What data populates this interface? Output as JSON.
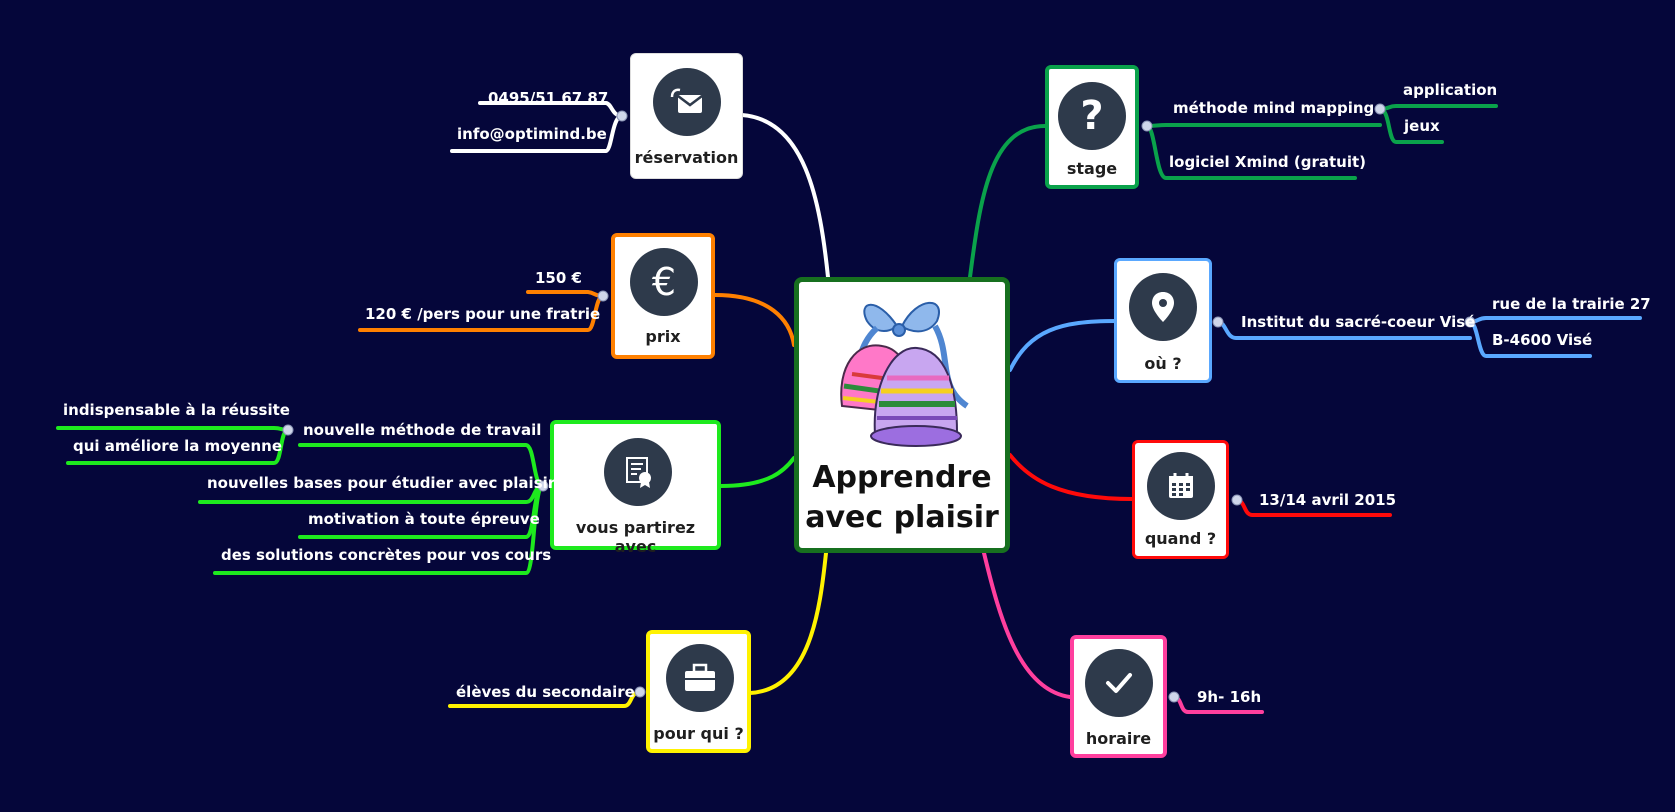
{
  "colors": {
    "background": "#05063a",
    "stage": "#0aa24b",
    "ou": "#5aa8ff",
    "quand": "#ff0a0a",
    "horaire": "#ff3f9e",
    "pour_qui": "#fff200",
    "vous_partirez": "#1eea1e",
    "prix": "#ff8000",
    "reservation": "#ffffff",
    "center": "#17701f"
  },
  "center": {
    "title_line1": "Apprendre",
    "title_line2": "avec plaisir",
    "image": "bells-with-ribbon"
  },
  "branches": {
    "reservation": {
      "label": "réservation",
      "icon": "envelope-icon",
      "items": [
        "0495/51 67 87",
        "info@optimind.be"
      ]
    },
    "prix": {
      "label": "prix",
      "icon": "euro-icon",
      "items": [
        "150 €",
        "120 € /pers pour une fratrie"
      ]
    },
    "vous_partirez": {
      "label": "vous partirez avec",
      "icon": "certificate-icon",
      "items": [
        "nouvelle méthode de travail",
        "nouvelles bases pour étudier avec plaisir",
        "motivation à toute épreuve",
        "des solutions concrètes pour vos cours"
      ],
      "sub_items": [
        "indispensable à la réussite",
        "qui améliore la moyenne"
      ]
    },
    "pour_qui": {
      "label": "pour qui ?",
      "icon": "briefcase-icon",
      "items": [
        "élèves du secondaire"
      ]
    },
    "stage": {
      "label": "stage",
      "icon": "question-icon",
      "items": [
        "méthode mind mapping",
        "logiciel Xmind (gratuit)"
      ],
      "sub_items": [
        "application",
        "jeux"
      ]
    },
    "ou": {
      "label": "où ?",
      "icon": "location-pin-icon",
      "items": [
        "Institut du sacré-coeur Visé"
      ],
      "sub_items": [
        "rue de la trairie 27",
        "B-4600 Visé"
      ]
    },
    "quand": {
      "label": "quand ?",
      "icon": "calendar-icon",
      "items": [
        "13/14 avril 2015"
      ]
    },
    "horaire": {
      "label": "horaire",
      "icon": "checkmark-icon",
      "items": [
        "9h- 16h"
      ]
    }
  }
}
